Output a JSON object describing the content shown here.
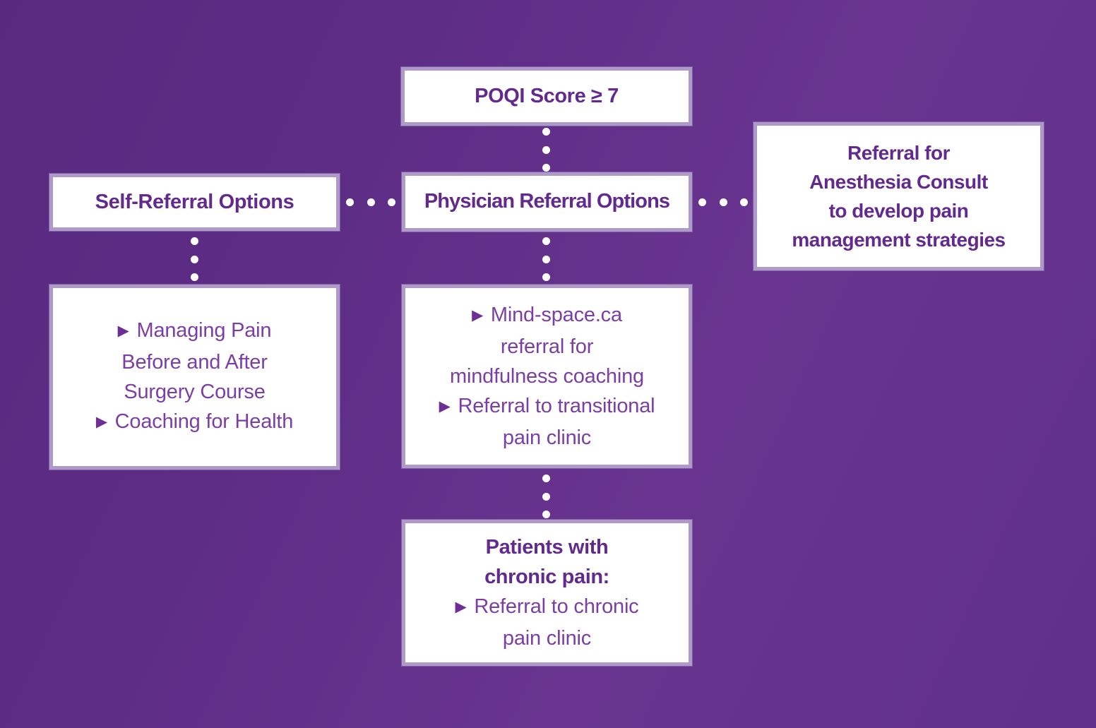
{
  "palette": {
    "background_purple": "#5f2e88",
    "box_background": "#ffffff",
    "box_border": "#af99c9",
    "heading_text": "#632a8e",
    "body_text": "#7b3ea4",
    "connector_dot": "#ffffff"
  },
  "icons": {
    "triangle_bullet": "▶"
  },
  "boxes": {
    "poqi": {
      "title": "POQI Score ≥ 7"
    },
    "self_referral": {
      "title": "Self-Referral Options"
    },
    "physician_referral": {
      "title": "Physician Referral Options"
    },
    "anesthesia_consult": {
      "line1": "Referral for",
      "line2": "Anesthesia Consult",
      "line3": "to develop pain",
      "line4": "management strategies"
    },
    "self_referral_options": {
      "lines": [
        {
          "bullet": true,
          "text": "Managing Pain"
        },
        {
          "bullet": false,
          "text": "Before and After"
        },
        {
          "bullet": false,
          "text": "Surgery Course"
        },
        {
          "bullet": true,
          "text": "Coaching for Health"
        }
      ]
    },
    "physician_referral_options": {
      "lines": [
        {
          "bullet": true,
          "text": "Mind-space.ca"
        },
        {
          "bullet": false,
          "text": "referral for"
        },
        {
          "bullet": false,
          "text": "mindfulness coaching"
        },
        {
          "bullet": true,
          "text": "Referral to transitional"
        },
        {
          "bullet": false,
          "text": "pain clinic"
        }
      ]
    },
    "chronic_pain": {
      "heading_line1": "Patients with",
      "heading_line2": "chronic pain:",
      "lines": [
        {
          "bullet": true,
          "text": "Referral to chronic"
        },
        {
          "bullet": false,
          "text": "pain clinic"
        }
      ]
    }
  }
}
